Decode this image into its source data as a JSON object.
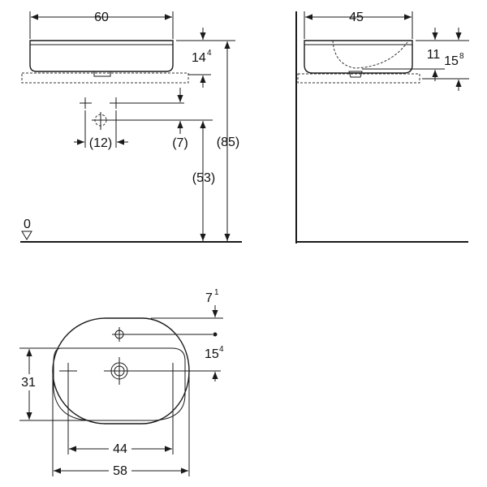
{
  "drawing": {
    "front_view": {
      "width": "60",
      "bowl_height_main": "14",
      "bowl_height_sup": "4",
      "tap_spacing": "(12)",
      "drain_offset": "(7)",
      "floor_to_outlet": "(53)",
      "floor_to_rim": "(85)",
      "floor_level": "0"
    },
    "side_view": {
      "depth": "45",
      "inner_height": "11",
      "outer_height_main": "15",
      "outer_height_sup": "8"
    },
    "top_view": {
      "rim_to_taphole_main": "7",
      "rim_to_taphole_sup": "1",
      "taphole_to_drain_main": "15",
      "taphole_to_drain_sup": "4",
      "inner_depth": "31",
      "fixing_spacing": "44",
      "overall_width": "58"
    }
  }
}
